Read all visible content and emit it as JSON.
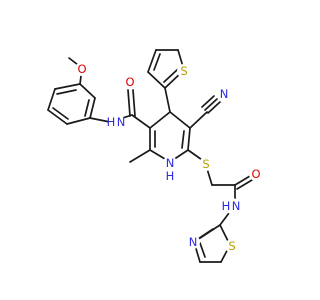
{
  "colors": {
    "carbon_bond": "#1a1a1a",
    "nitrogen": "#2a2ae0",
    "oxygen": "#e00000",
    "sulfur": "#b8a000"
  },
  "atom_labels": {
    "methoxy_o": "O",
    "amide1_nh": "N",
    "amide1_h": "H",
    "amide1_o": "O",
    "thiophene_s": "S",
    "nitrile_n": "N",
    "ring_nh": "N",
    "ring_h": "H",
    "thioether_s": "S",
    "amide2_o": "O",
    "amide2_nh": "N",
    "amide2_h": "H",
    "thiazole_n": "N",
    "thiazole_s": "S"
  }
}
